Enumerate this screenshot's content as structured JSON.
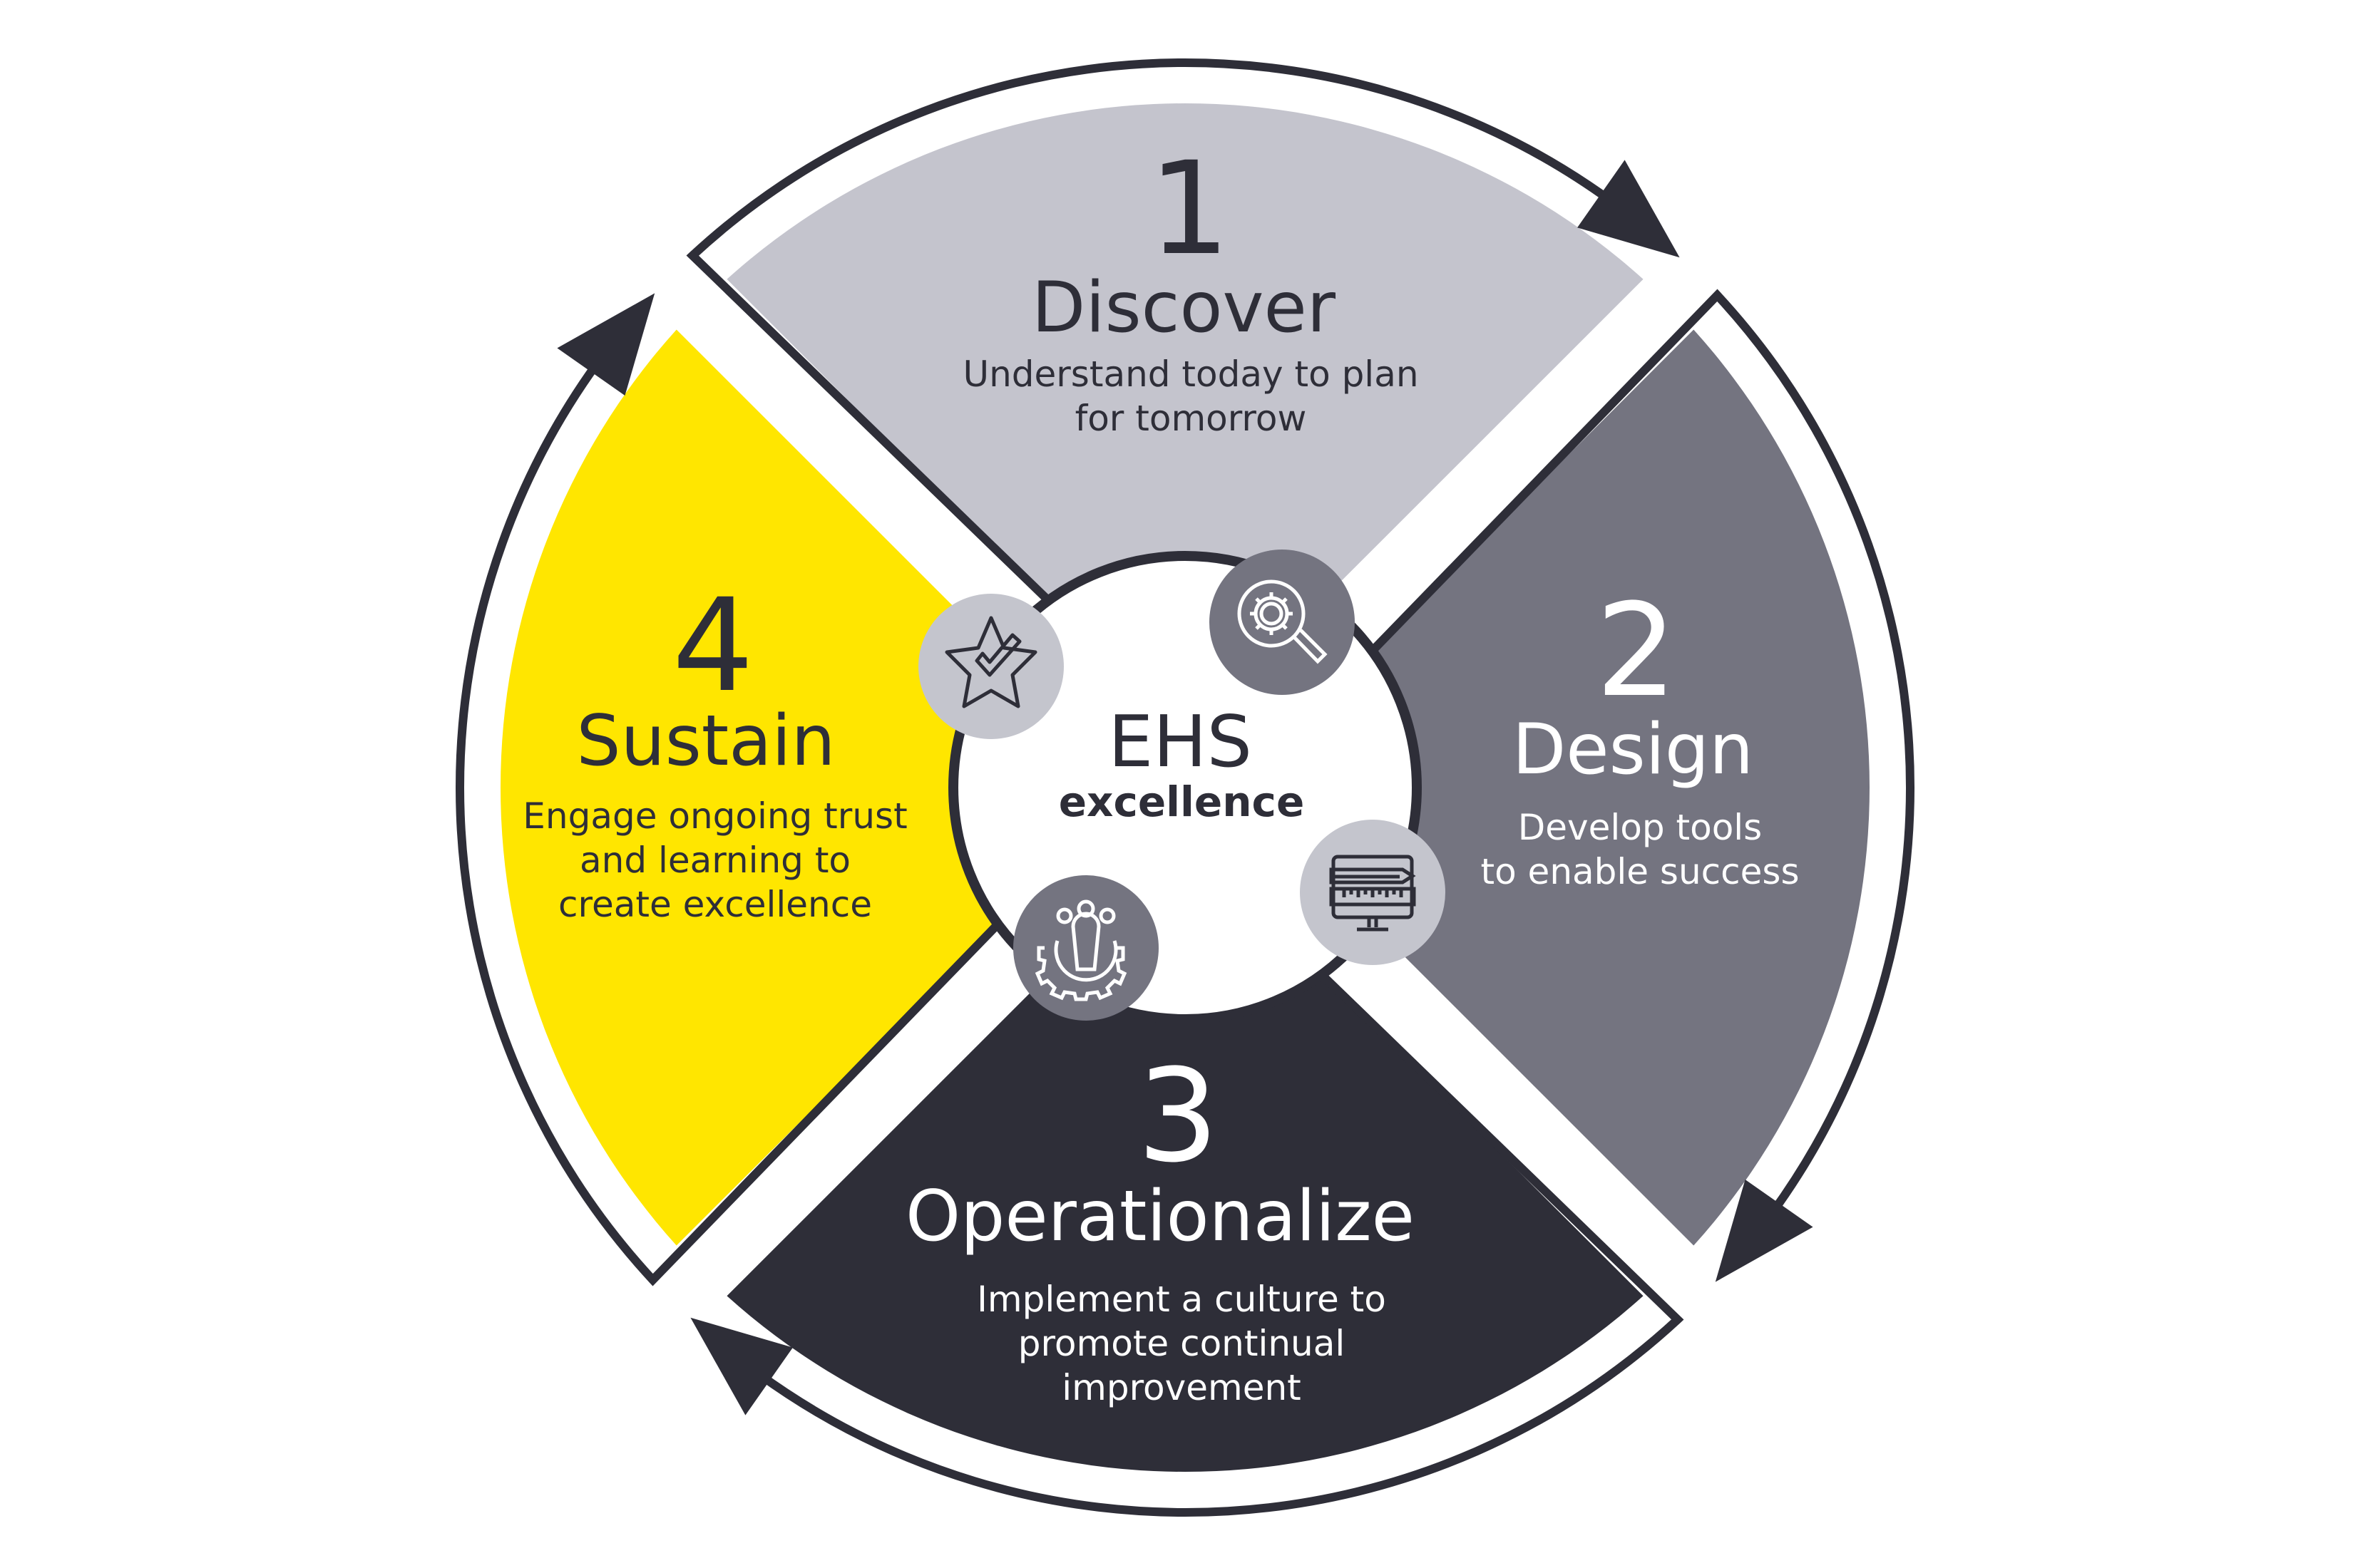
{
  "center": {
    "title": "EHS",
    "subtitle": "excellence"
  },
  "phases": [
    {
      "number": "1",
      "title": "Discover",
      "lines": [
        "Understand today to plan",
        "for tomorrow"
      ],
      "icon": "magnifier-gear-icon"
    },
    {
      "number": "2",
      "title": "Design",
      "lines": [
        "Develop tools",
        "to enable success"
      ],
      "icon": "pencil-ruler-monitor-icon"
    },
    {
      "number": "3",
      "title": "Operationalize",
      "lines": [
        "Implement a culture to",
        "promote continual",
        "improvement"
      ],
      "icon": "people-gear-icon"
    },
    {
      "number": "4",
      "title": "Sustain",
      "lines": [
        "Engage ongoing trust",
        "and learning to",
        "create excellence"
      ],
      "icon": "star-check-icon"
    }
  ],
  "colors": {
    "discover": "#c4c4cd",
    "design": "#747480",
    "operationalize": "#2e2e38",
    "sustain": "#ffe600",
    "ink": "#2e2e38",
    "icon_light": "#c4c5cd",
    "icon_dark": "#747480"
  }
}
